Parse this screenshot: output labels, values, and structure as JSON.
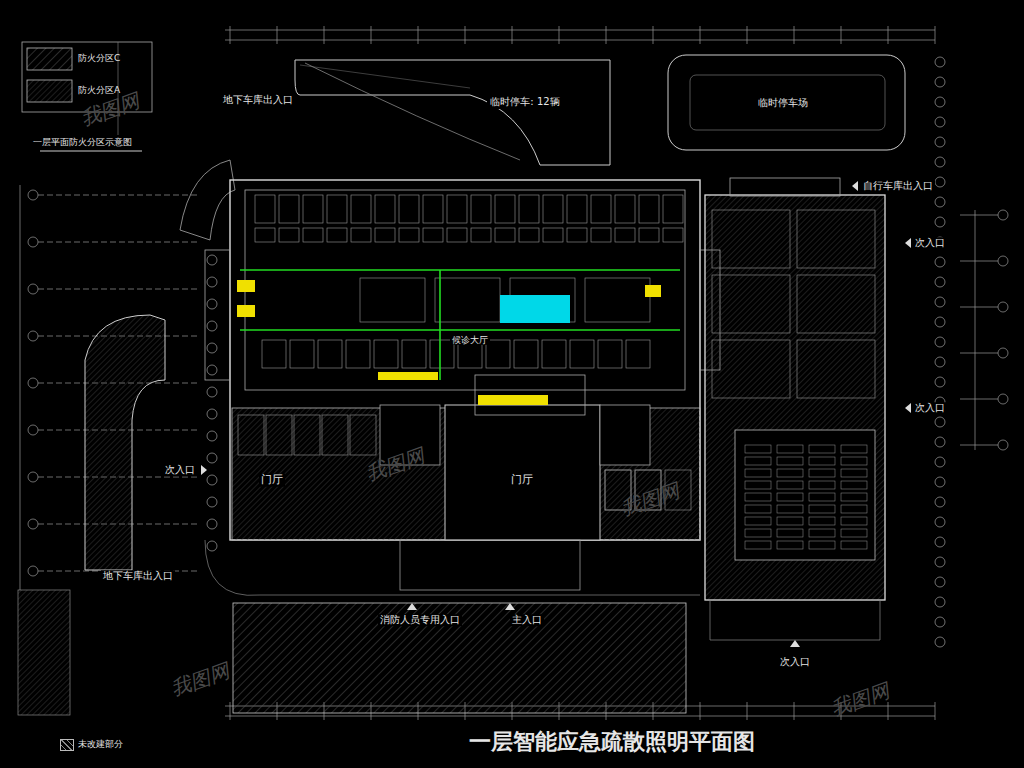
{
  "diagram": {
    "title": "一层智能应急疏散照明平面图",
    "nodes": [
      {
        "text": [
          "临时停车: 12辆"
        ]
      },
      {
        "text": [
          "临时停车场"
        ]
      }
    ],
    "labels": [
      "一层平面防火分区示意图",
      "地下车库出入口",
      "自行车库出入口",
      "次入口",
      "次入口",
      "次入口",
      "地下车库出入口",
      "消防人员专用入口",
      "主入口",
      "次入口",
      "门厅",
      "门厅",
      "候诊大厅",
      "我图网",
      "我图网",
      "我图网",
      "我图网",
      "我图网"
    ],
    "legend": [
      {
        "text": "防火分区C"
      },
      {
        "text": "防火分区A"
      },
      {
        "text": "未改建部分"
      }
    ]
  }
}
